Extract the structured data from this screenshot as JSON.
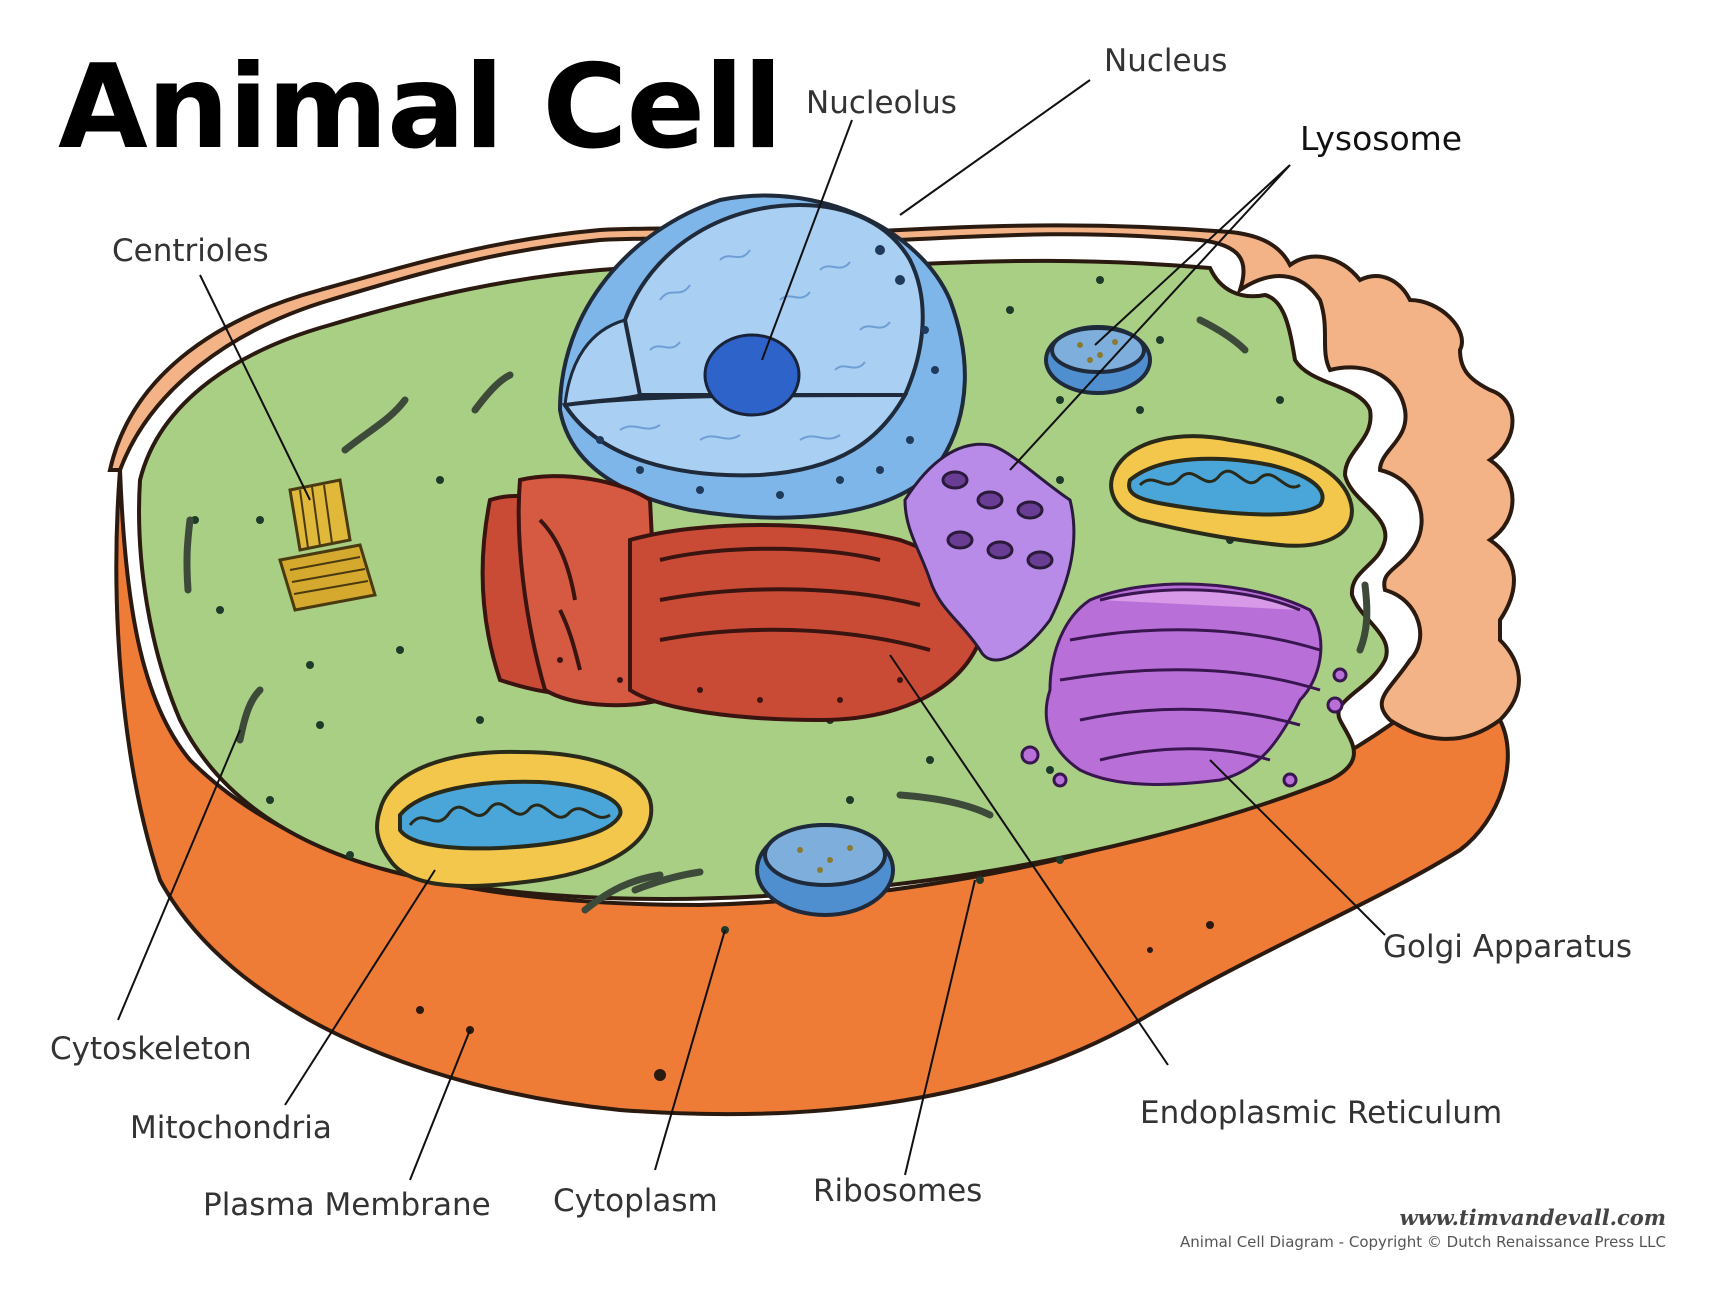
{
  "title": "Animal Cell",
  "labels": {
    "nucleus": "Nucleus",
    "nucleolus": "Nucleolus",
    "lysosome": "Lysosome",
    "centrioles": "Centrioles",
    "golgi": "Golgi Apparatus",
    "cytoskeleton": "Cytoskeleton",
    "mitochondria": "Mitochondria",
    "plasma_membrane": "Plasma Membrane",
    "cytoplasm": "Cytoplasm",
    "ribosomes": "Ribosomes",
    "er": "Endoplasmic Reticulum"
  },
  "credit": {
    "url": "www.timvandevall.com",
    "copyright": "Animal Cell Diagram - Copyright © Dutch Renaissance Press LLC"
  },
  "colors": {
    "membrane": "#ee7b36",
    "membrane_rim": "#f3b386",
    "cytoplasm": "#a9cf85",
    "nucleus": "#7fb6ea",
    "nucleus_inner": "#a9cff3",
    "nucleolus": "#2e63c9",
    "er": "#c94b36",
    "golgi": "#b870d8",
    "mito_outer": "#f3c64c",
    "mito_inner": "#4aa6d8",
    "lysosome": "#5c9cd6",
    "centriole": "#e0b83a"
  }
}
